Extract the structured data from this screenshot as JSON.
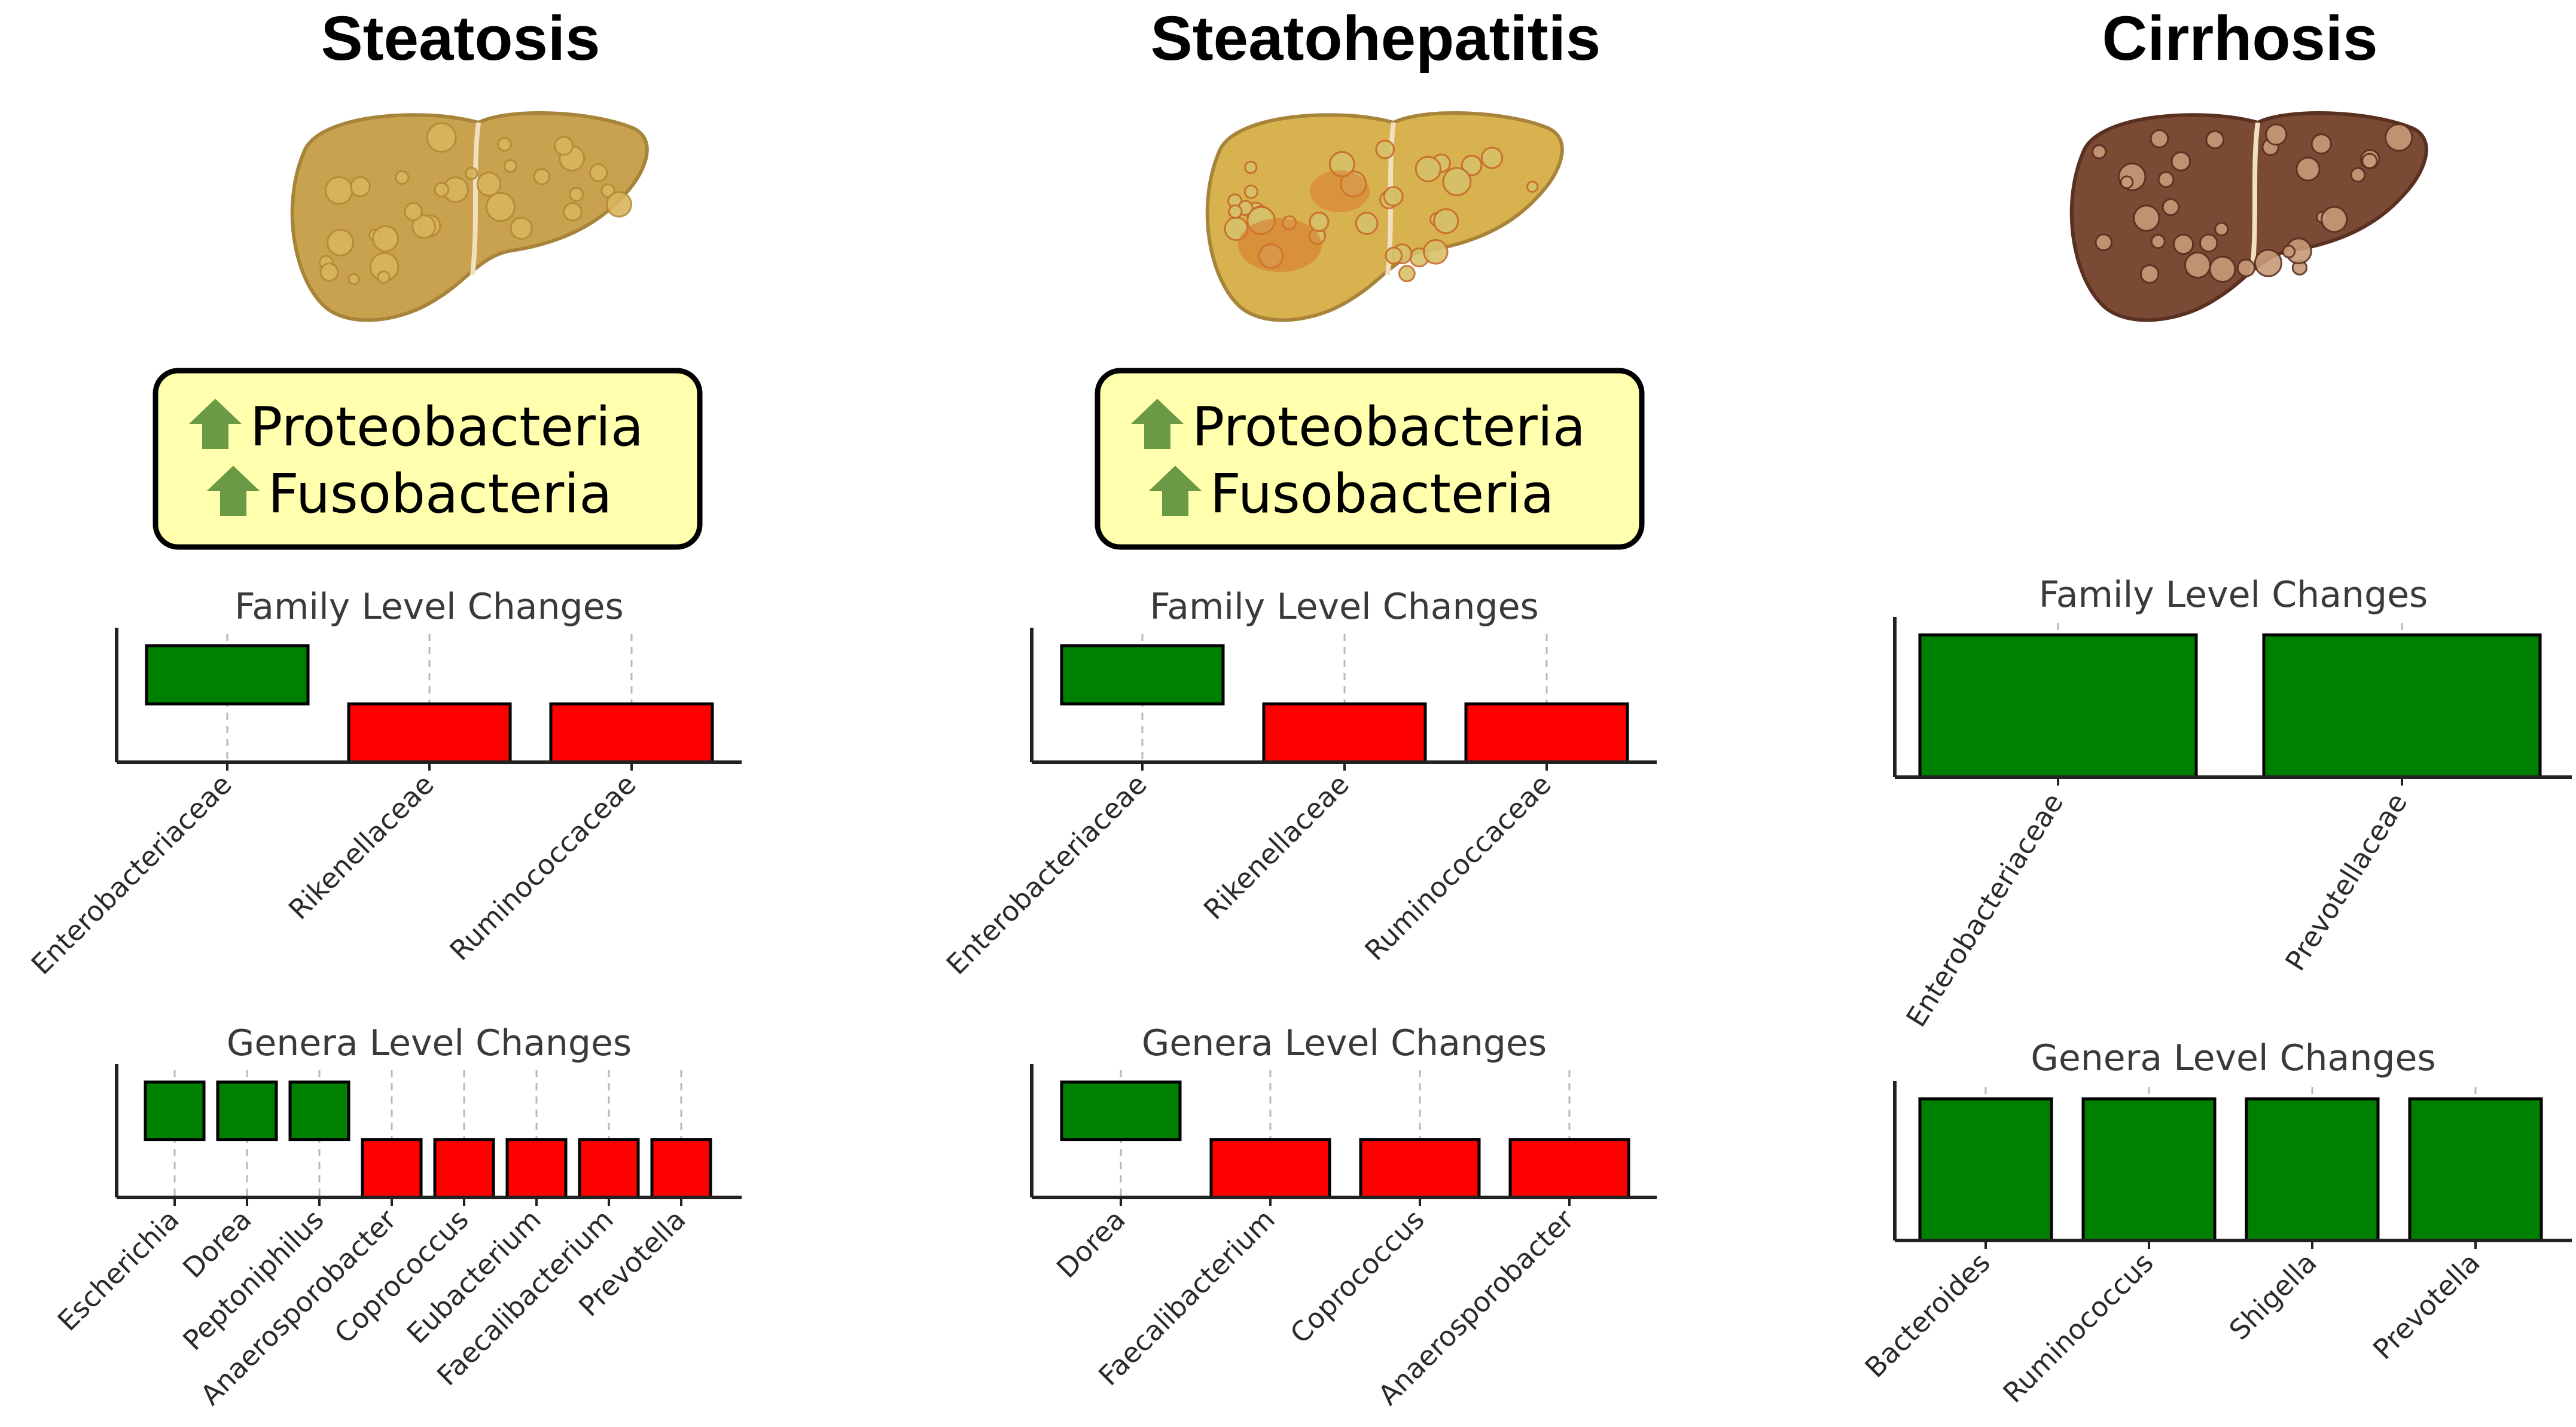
{
  "stages": [
    {
      "title": "Steatosis",
      "liver": "liver-steatosis-icon",
      "markers": [
        {
          "direction": "up",
          "label": "Proteobacteria"
        },
        {
          "direction": "up",
          "label": "Fusobacteria"
        }
      ]
    },
    {
      "title": "Steatohepatitis",
      "liver": "liver-steatohepatitis-icon",
      "markers": [
        {
          "direction": "up",
          "label": "Proteobacteria"
        },
        {
          "direction": "up",
          "label": "Fusobacteria"
        }
      ]
    },
    {
      "title": "Cirrhosis",
      "liver": "liver-cirrhosis-icon",
      "markers": []
    }
  ],
  "colors": {
    "increase": "#008000",
    "decrease": "#ff0000",
    "marker_box": "#ffffad",
    "arrow": "#6b9a47",
    "liver_steatosis": "#c8a24e",
    "liver_steatohepatitis": "#d8b24e",
    "liver_cirrhosis": "#7a4a35"
  },
  "chart_data": [
    {
      "type": "bar",
      "stage": "Steatosis",
      "title": "Family Level Changes",
      "categories": [
        "Enterobacteriaceae",
        "Rikenellaceae",
        "Ruminococcaceae"
      ],
      "values": [
        1,
        -1,
        -1
      ],
      "legend": "none",
      "grid": "vertical dashed"
    },
    {
      "type": "bar",
      "stage": "Steatosis",
      "title": "Genera Level Changes",
      "categories": [
        "Escherichia",
        "Dorea",
        "Peptoniphilus",
        "Anaerosporobacter",
        "Coprococcus",
        "Eubacterium",
        "Faecalibacterium",
        "Prevotella"
      ],
      "values": [
        1,
        1,
        1,
        -1,
        -1,
        -1,
        -1,
        -1
      ],
      "legend": "none",
      "grid": "vertical dashed"
    },
    {
      "type": "bar",
      "stage": "Steatohepatitis",
      "title": "Family Level Changes",
      "categories": [
        "Enterobacteriaceae",
        "Rikenellaceae",
        "Ruminococcaceae"
      ],
      "values": [
        1,
        -1,
        -1
      ],
      "legend": "none",
      "grid": "vertical dashed"
    },
    {
      "type": "bar",
      "stage": "Steatohepatitis",
      "title": "Genera Level Changes",
      "categories": [
        "Dorea",
        "Faecalibacterium",
        "Coprococcus",
        "Anaerosporobacter"
      ],
      "values": [
        1,
        -1,
        -1,
        -1
      ],
      "legend": "none",
      "grid": "vertical dashed"
    },
    {
      "type": "bar",
      "stage": "Cirrhosis",
      "title": "Family Level Changes",
      "categories": [
        "Enterobacteriaceae",
        "Prevotellaceae"
      ],
      "values": [
        1,
        1
      ],
      "legend": "none",
      "grid": "vertical dashed"
    },
    {
      "type": "bar",
      "stage": "Cirrhosis",
      "title": "Genera Level Changes",
      "categories": [
        "Bacteroides",
        "Ruminococcus",
        "Shigella",
        "Prevotella"
      ],
      "values": [
        1,
        1,
        1,
        1
      ],
      "legend": "none",
      "grid": "vertical dashed"
    }
  ]
}
